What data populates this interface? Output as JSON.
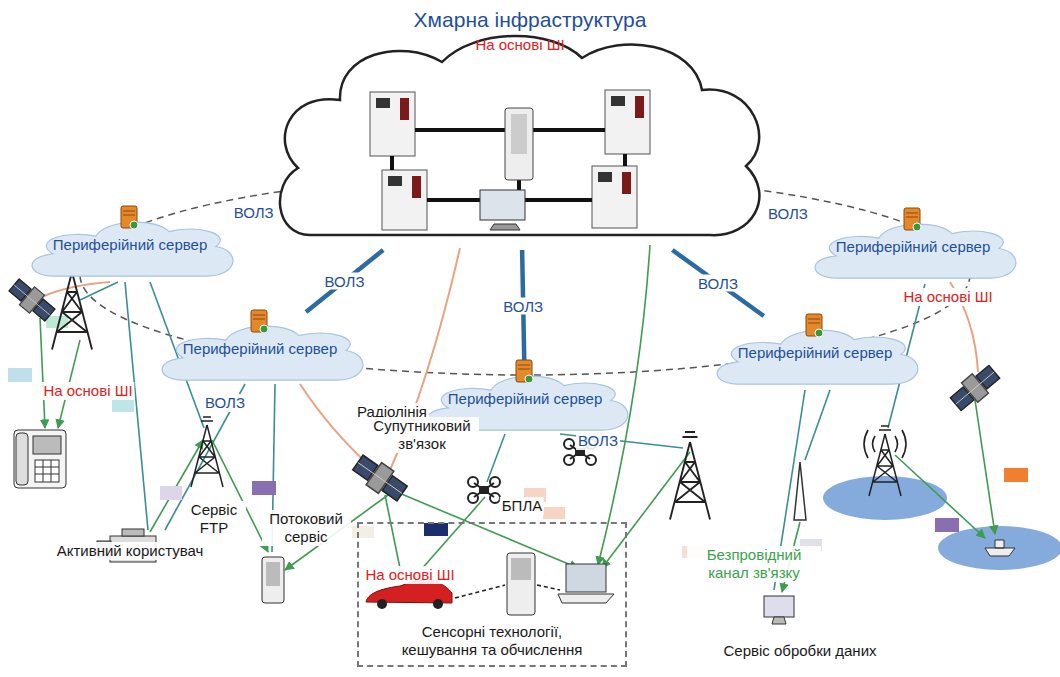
{
  "diagram": {
    "title": "Хмарна інфраструктура",
    "nodes": [
      {
        "text": [
          "На основі ШІ"
        ]
      },
      {
        "text": [
          "Периферійний сервер"
        ]
      },
      {
        "text": [
          "Периферійний сервер"
        ]
      },
      {
        "text": [
          "Периферійний сервер"
        ]
      },
      {
        "text": [
          "Периферійний сервер"
        ]
      },
      {
        "text": [
          "Периферійний сервер"
        ]
      },
      {
        "text": [
          "Сенсорні технології, кешування та обчислення"
        ]
      }
    ],
    "edges": [
      {
        "from": 0,
        "to": 1,
        "label": "ВОЛЗ",
        "arrow": "none"
      },
      {
        "from": 0,
        "to": 2,
        "label": "ВОЛЗ",
        "arrow": "none"
      },
      {
        "from": 0,
        "to": 3,
        "label": "ВОЛЗ",
        "arrow": "none"
      },
      {
        "from": 0,
        "to": 4,
        "label": "ВОЛЗ",
        "arrow": "none"
      },
      {
        "from": 0,
        "to": 5,
        "label": "ВОЛЗ",
        "arrow": "none"
      }
    ],
    "labels": [
      "ВОЛЗ",
      "Радіолінія",
      "Супутниковий зв'язок",
      "ВОЛЗ",
      "На основі ШІ",
      "На основі ШІ",
      "Сервіс FTP",
      "Потоковий сервіс",
      "БПЛА",
      "Активний користувач",
      "На основі ШІ",
      "Безпровідний канал зв'язку",
      "Сервіс обробки даних"
    ]
  }
}
